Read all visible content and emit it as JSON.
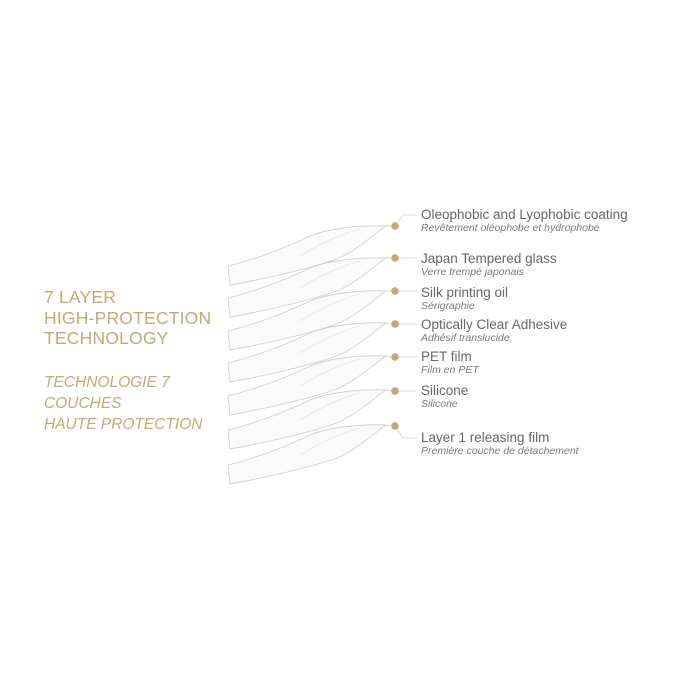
{
  "title": {
    "en": "7 LAYER\nHIGH-PROTECTION\nTECHNOLOGY",
    "fr": "TECHNOLOGIE 7\nCOUCHES\nHAUTE PROTECTION"
  },
  "colors": {
    "accent": "#c8a774",
    "sheet_stroke": "#d0d0d0",
    "sheet_fill": "#f7f7f7",
    "leader": "#cfcfcf"
  },
  "layers": [
    {
      "en": "Oleophobic and Lyophobic coating",
      "fr": "Revêtement oléophobe et hydrophobe"
    },
    {
      "en": "Japan Tempered glass",
      "fr": "Verre trempé japonais"
    },
    {
      "en": "Silk printing oil",
      "fr": "Sérigraphie"
    },
    {
      "en": "Optically Clear Adhesive",
      "fr": "Adhésif translucide"
    },
    {
      "en": "PET film",
      "fr": "Film en PET"
    },
    {
      "en": "Silicone",
      "fr": "Silicone"
    },
    {
      "en": "Layer 1 releasing film",
      "fr": "Première couche de détachement"
    }
  ]
}
